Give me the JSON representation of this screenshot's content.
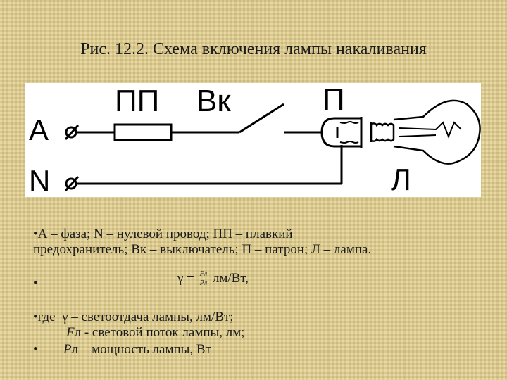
{
  "title": "Рис. 12.2. Схема включения лампы накаливания",
  "diagram": {
    "label_A": "А",
    "label_N": "N",
    "label_PP": "ПП",
    "label_Vk": "Вк",
    "label_P": "П",
    "label_L": "Л"
  },
  "legend": {
    "bullet": "•",
    "line1": "А – фаза; N – нулевой провод; ПП – плавкий",
    "line2": "предохранитель; Вк – выключатель; П – патрон; Л – лампа."
  },
  "formula": {
    "bullet": "•",
    "lhs": "γ =",
    "numerator": "Fл",
    "denominator": "Pл",
    "unit": "лм/Вт,"
  },
  "definitions": {
    "bullet1": "•",
    "where": "где",
    "line1": "γ – светоотдача лампы, лм/Вт;",
    "f_symbol": "F",
    "line2": "л - световой поток лампы, лм;",
    "bullet3": "•",
    "p_symbol": "P",
    "line3": "л – мощность лампы, Вт"
  }
}
